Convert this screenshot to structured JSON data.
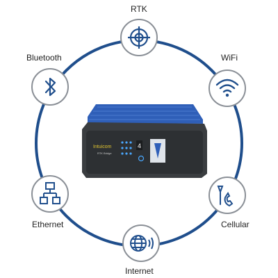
{
  "nodes": {
    "rtk": {
      "label": "RTK",
      "icon": "crosshair-target-icon"
    },
    "wifi": {
      "label": "WiFi",
      "icon": "wifi-icon"
    },
    "cellular": {
      "label": "Cellular",
      "icon": "cellular-antenna-phone-icon"
    },
    "internet": {
      "label": "Internet",
      "icon": "globe-signal-icon"
    },
    "ethernet": {
      "label": "Ethernet",
      "icon": "network-tree-icon"
    },
    "bluetooth": {
      "label": "Bluetooth",
      "icon": "bluetooth-icon"
    }
  },
  "device": {
    "brand": "Intuicom",
    "model": "RTK Bridge",
    "indicator_digit": "4"
  },
  "colors": {
    "ring": "#1f4e8c",
    "icon_stroke": "#1f4e8c",
    "node_fill": "#ffffff",
    "node_border": "#8a8f96",
    "device_body": "#3a3d40",
    "device_top": "#2f5fb8",
    "brand_text": "#e0c431",
    "led": "#4aa8ff"
  }
}
